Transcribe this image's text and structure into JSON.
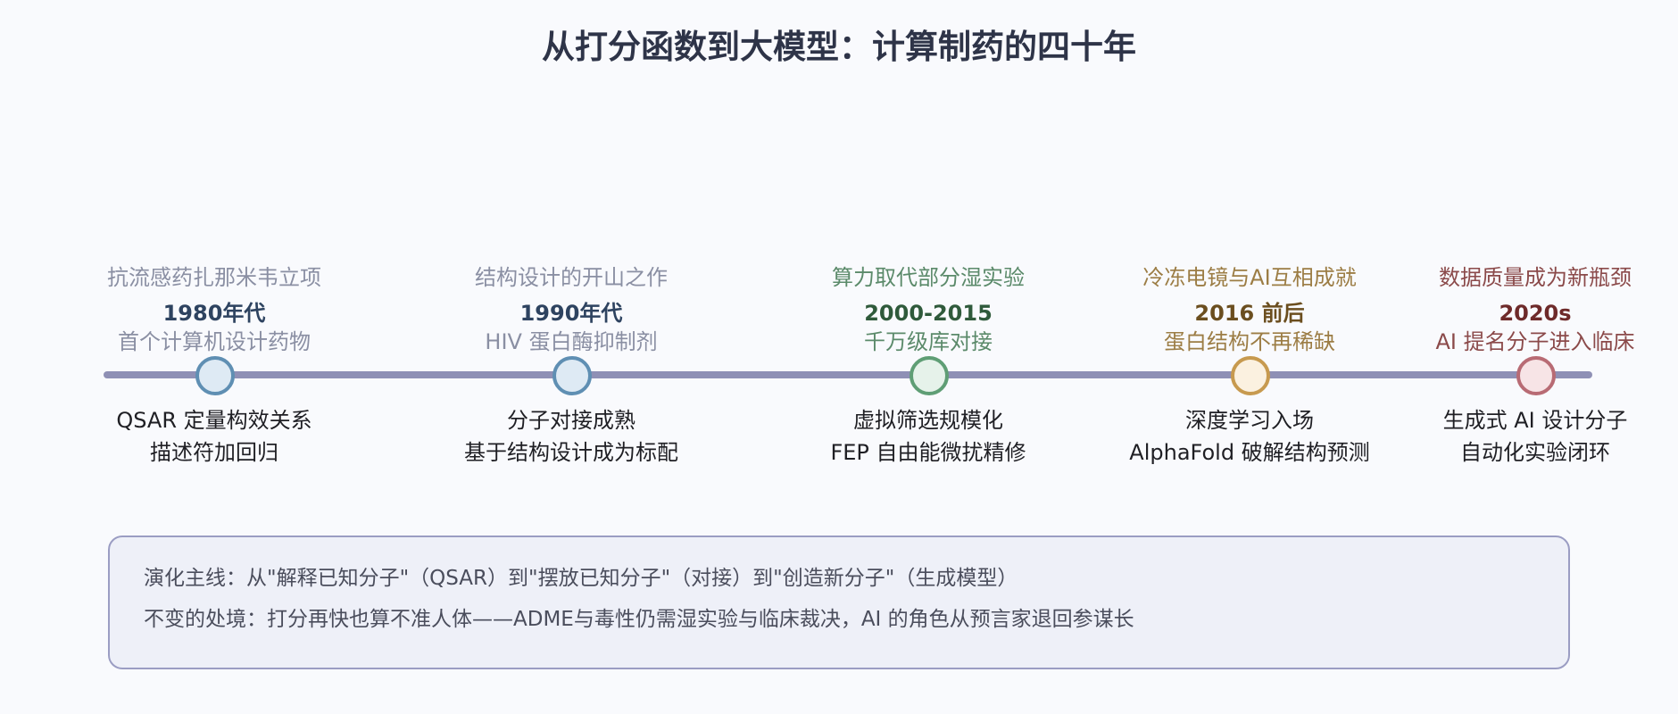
{
  "title": "从打分函数到大模型：计算制药的四十年",
  "milestones": [
    {
      "note": "抗流感药扎那米韦立项",
      "era": "1980年代",
      "subtitle": "首个计算机设计药物",
      "line1": "QSAR 定量构效关系",
      "line2": "描述符加回归",
      "note_color": "#8a8fa3",
      "era_color": "#2e4360",
      "sub_color": "#8a8fa3",
      "marker_fill": "#deeaf4",
      "marker_stroke": "#5f8fb3"
    },
    {
      "note": "结构设计的开山之作",
      "era": "1990年代",
      "subtitle": "HIV 蛋白酶抑制剂",
      "line1": "分子对接成熟",
      "line2": "基于结构设计成为标配",
      "note_color": "#8a8fa3",
      "era_color": "#2e4360",
      "sub_color": "#8a8fa3",
      "marker_fill": "#deeaf4",
      "marker_stroke": "#5f8fb3"
    },
    {
      "note": "算力取代部分湿实验",
      "era": "2000-2015",
      "subtitle": "千万级库对接",
      "line1": "虚拟筛选规模化",
      "line2": "FEP 自由能微扰精修",
      "note_color": "#5b8a6a",
      "era_color": "#2f5a3b",
      "sub_color": "#5b8a6a",
      "marker_fill": "#e6f2ea",
      "marker_stroke": "#5f9e75"
    },
    {
      "note": "冷冻电镜与AI互相成就",
      "era": "2016 前后",
      "subtitle": "蛋白结构不再稀缺",
      "line1": "深度学习入场",
      "line2": "AlphaFold 破解结构预测",
      "note_color": "#9c7d45",
      "era_color": "#6b4e1f",
      "sub_color": "#9c7d45",
      "marker_fill": "#fbf1e0",
      "marker_stroke": "#c79a4f"
    },
    {
      "note": "数据质量成为新瓶颈",
      "era": "2020s",
      "subtitle": "AI 提名分子进入临床",
      "line1": "生成式 AI 设计分子",
      "line2": "自动化实验闭环",
      "note_color": "#8b4a4a",
      "era_color": "#6e2a2a",
      "sub_color": "#8b4a4a",
      "marker_fill": "#f7e4e6",
      "marker_stroke": "#b86b74"
    }
  ],
  "summary": {
    "line1": "演化主线：从\"解释已知分子\"（QSAR）到\"摆放已知分子\"（对接）到\"创造新分子\"（生成模型）",
    "line2": "不变的处境：打分再快也算不准人体——ADME与毒性仍需湿实验与临床裁决，AI 的角色从预言家退回参谋长"
  }
}
